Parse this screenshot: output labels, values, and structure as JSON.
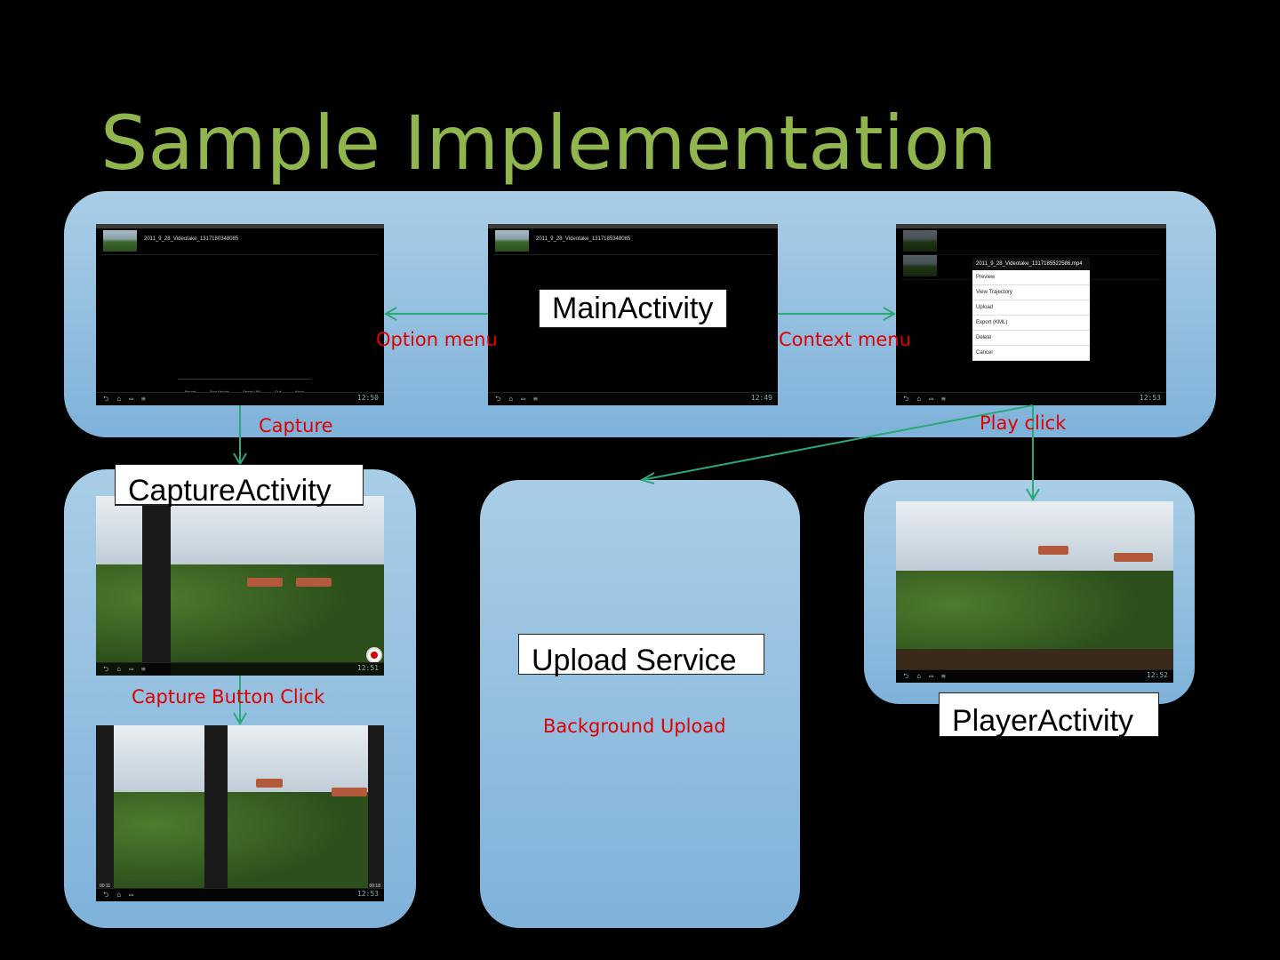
{
  "title": "Sample Implementation",
  "boxes": {
    "main": "MainActivity",
    "capture": "CaptureActivity",
    "upload": "Upload Service",
    "player": "PlayerActivity"
  },
  "edges": {
    "option_menu": "Option menu",
    "context_menu": "Context menu",
    "capture": "Capture",
    "play_click": "Play click",
    "capture_button_click": "Capture Button Click",
    "background_upload": "Background Upload"
  },
  "screens": {
    "left_row": "2011_9_28_Videotake_1317180348085",
    "middle_row": "2011_9_28_Videotake_1317185348085",
    "right_menu": {
      "header": "2011_9_28_Videotake_1317185522586.mp4",
      "items": [
        "Preview",
        "View Trajectory",
        "Upload",
        "Export (KML)",
        "Delete",
        "Cancel"
      ]
    },
    "options_bar": [
      "Record",
      "Stop Upload",
      "Server URL",
      "Quit",
      "About"
    ],
    "clocks": [
      "12:50",
      "12:49",
      "12:53",
      "12:51",
      "12:53",
      "12:52"
    ],
    "video_time_left": "00:11",
    "video_time_right": "00:18"
  },
  "colors": {
    "title": "#8fb54c",
    "panel": "#9cc4e4",
    "arrow": "#2aa878",
    "edge_label": "#e00000"
  }
}
